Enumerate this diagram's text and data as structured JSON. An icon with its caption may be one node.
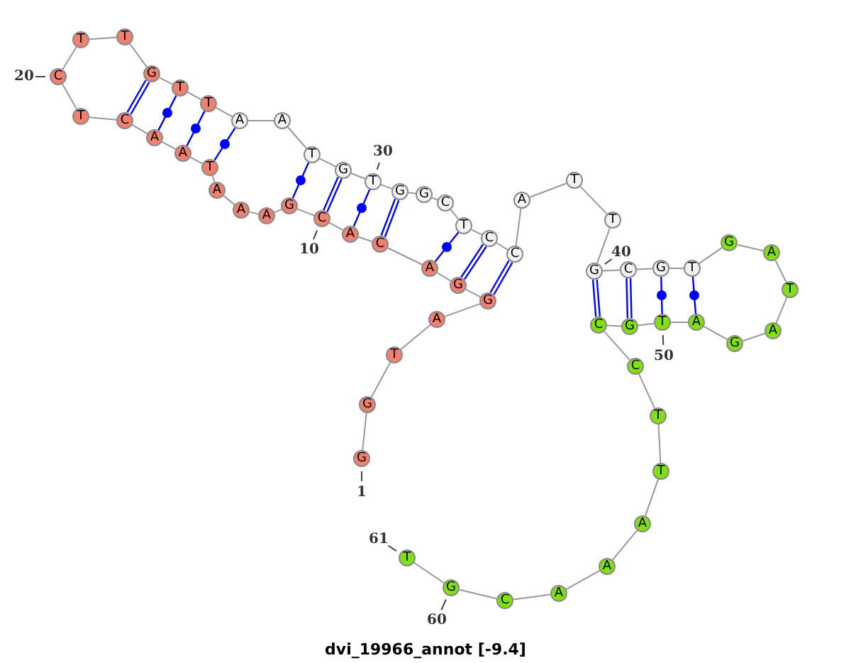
{
  "diagram": {
    "caption": "dvi_19966_annot [-9.4]",
    "nodes": [
      {
        "text": [
          "G"
        ],
        "beside": [
          "1"
        ]
      },
      {
        "text": [
          "G"
        ]
      },
      {
        "text": [
          "T"
        ]
      },
      {
        "text": [
          "A"
        ]
      },
      {
        "text": [
          "G"
        ]
      },
      {
        "text": [
          "G"
        ]
      },
      {
        "text": [
          "A"
        ]
      },
      {
        "text": [
          "C"
        ]
      },
      {
        "text": [
          "A"
        ]
      },
      {
        "text": [
          "C"
        ],
        "beside": [
          "10"
        ]
      },
      {
        "text": [
          "G"
        ]
      },
      {
        "text": [
          "A"
        ]
      },
      {
        "text": [
          "A"
        ]
      },
      {
        "text": [
          "A"
        ]
      },
      {
        "text": [
          "T"
        ]
      },
      {
        "text": [
          "A"
        ]
      },
      {
        "text": [
          "A"
        ]
      },
      {
        "text": [
          "C"
        ]
      },
      {
        "text": [
          "T"
        ]
      },
      {
        "text": [
          "C"
        ],
        "beside": [
          "20"
        ]
      },
      {
        "text": [
          "T"
        ]
      },
      {
        "text": [
          "T"
        ]
      },
      {
        "text": [
          "G"
        ]
      },
      {
        "text": [
          "T"
        ]
      },
      {
        "text": [
          "T"
        ]
      },
      {
        "text": [
          "A"
        ]
      },
      {
        "text": [
          "A"
        ]
      },
      {
        "text": [
          "T"
        ]
      },
      {
        "text": [
          "G"
        ]
      },
      {
        "text": [
          "T"
        ],
        "beside": [
          "30"
        ]
      },
      {
        "text": [
          "G"
        ]
      },
      {
        "text": [
          "G"
        ]
      },
      {
        "text": [
          "C"
        ]
      },
      {
        "text": [
          "T"
        ]
      },
      {
        "text": [
          "C"
        ]
      },
      {
        "text": [
          "C"
        ]
      },
      {
        "text": [
          "A"
        ]
      },
      {
        "text": [
          "T"
        ]
      },
      {
        "text": [
          "T"
        ]
      },
      {
        "text": [
          "G"
        ],
        "beside": [
          "40"
        ]
      },
      {
        "text": [
          "C"
        ]
      },
      {
        "text": [
          "G"
        ]
      },
      {
        "text": [
          "T"
        ]
      },
      {
        "text": [
          "G"
        ]
      },
      {
        "text": [
          "A"
        ]
      },
      {
        "text": [
          "T"
        ]
      },
      {
        "text": [
          "A"
        ]
      },
      {
        "text": [
          "G"
        ]
      },
      {
        "text": [
          "A"
        ]
      },
      {
        "text": [
          "T"
        ],
        "beside": [
          "50"
        ]
      },
      {
        "text": [
          "G"
        ]
      },
      {
        "text": [
          "C"
        ]
      },
      {
        "text": [
          "C"
        ]
      },
      {
        "text": [
          "T"
        ]
      },
      {
        "text": [
          "T"
        ]
      },
      {
        "text": [
          "A"
        ]
      },
      {
        "text": [
          "A"
        ]
      },
      {
        "text": [
          "A"
        ]
      },
      {
        "text": [
          "C"
        ]
      },
      {
        "text": [
          "G"
        ],
        "beside": [
          "60"
        ]
      },
      {
        "text": [
          "T"
        ],
        "beside": [
          "61"
        ]
      }
    ],
    "edges": [
      {
        "from": 0,
        "to": 1,
        "arrow": "none"
      },
      {
        "from": 1,
        "to": 2,
        "arrow": "none"
      },
      {
        "from": 2,
        "to": 3,
        "arrow": "none"
      },
      {
        "from": 3,
        "to": 4,
        "arrow": "none"
      },
      {
        "from": 4,
        "to": 5,
        "arrow": "none"
      },
      {
        "from": 5,
        "to": 6,
        "arrow": "none"
      },
      {
        "from": 6,
        "to": 7,
        "arrow": "none"
      },
      {
        "from": 7,
        "to": 8,
        "arrow": "none"
      },
      {
        "from": 8,
        "to": 9,
        "arrow": "none"
      },
      {
        "from": 9,
        "to": 10,
        "arrow": "none"
      },
      {
        "from": 10,
        "to": 11,
        "arrow": "none"
      },
      {
        "from": 11,
        "to": 12,
        "arrow": "none"
      },
      {
        "from": 12,
        "to": 13,
        "arrow": "none"
      },
      {
        "from": 13,
        "to": 14,
        "arrow": "none"
      },
      {
        "from": 14,
        "to": 15,
        "arrow": "none"
      },
      {
        "from": 15,
        "to": 16,
        "arrow": "none"
      },
      {
        "from": 16,
        "to": 17,
        "arrow": "none"
      },
      {
        "from": 17,
        "to": 18,
        "arrow": "none"
      },
      {
        "from": 18,
        "to": 19,
        "arrow": "none"
      },
      {
        "from": 19,
        "to": 20,
        "arrow": "none"
      },
      {
        "from": 20,
        "to": 21,
        "arrow": "none"
      },
      {
        "from": 21,
        "to": 22,
        "arrow": "none"
      },
      {
        "from": 22,
        "to": 23,
        "arrow": "none"
      },
      {
        "from": 23,
        "to": 24,
        "arrow": "none"
      },
      {
        "from": 24,
        "to": 25,
        "arrow": "none"
      },
      {
        "from": 25,
        "to": 26,
        "arrow": "none"
      },
      {
        "from": 26,
        "to": 27,
        "arrow": "none"
      },
      {
        "from": 27,
        "to": 28,
        "arrow": "none"
      },
      {
        "from": 28,
        "to": 29,
        "arrow": "none"
      },
      {
        "from": 29,
        "to": 30,
        "arrow": "none"
      },
      {
        "from": 30,
        "to": 31,
        "arrow": "none"
      },
      {
        "from": 31,
        "to": 32,
        "arrow": "none"
      },
      {
        "from": 32,
        "to": 33,
        "arrow": "none"
      },
      {
        "from": 33,
        "to": 34,
        "arrow": "none"
      },
      {
        "from": 34,
        "to": 35,
        "arrow": "none"
      },
      {
        "from": 35,
        "to": 36,
        "arrow": "none"
      },
      {
        "from": 36,
        "to": 37,
        "arrow": "none"
      },
      {
        "from": 37,
        "to": 38,
        "arrow": "none"
      },
      {
        "from": 38,
        "to": 39,
        "arrow": "none"
      },
      {
        "from": 39,
        "to": 40,
        "arrow": "none"
      },
      {
        "from": 40,
        "to": 41,
        "arrow": "none"
      },
      {
        "from": 41,
        "to": 42,
        "arrow": "none"
      },
      {
        "from": 42,
        "to": 43,
        "arrow": "none"
      },
      {
        "from": 43,
        "to": 44,
        "arrow": "none"
      },
      {
        "from": 44,
        "to": 45,
        "arrow": "none"
      },
      {
        "from": 45,
        "to": 46,
        "arrow": "none"
      },
      {
        "from": 46,
        "to": 47,
        "arrow": "none"
      },
      {
        "from": 47,
        "to": 48,
        "arrow": "none"
      },
      {
        "from": 48,
        "to": 49,
        "arrow": "none"
      },
      {
        "from": 49,
        "to": 50,
        "arrow": "none"
      },
      {
        "from": 50,
        "to": 51,
        "arrow": "none"
      },
      {
        "from": 51,
        "to": 52,
        "arrow": "none"
      },
      {
        "from": 52,
        "to": 53,
        "arrow": "none"
      },
      {
        "from": 53,
        "to": 54,
        "arrow": "none"
      },
      {
        "from": 54,
        "to": 55,
        "arrow": "none"
      },
      {
        "from": 55,
        "to": 56,
        "arrow": "none"
      },
      {
        "from": 56,
        "to": 57,
        "arrow": "none"
      },
      {
        "from": 57,
        "to": 58,
        "arrow": "none"
      },
      {
        "from": 58,
        "to": 59,
        "arrow": "none"
      },
      {
        "from": 59,
        "to": 60,
        "arrow": "none"
      },
      {
        "from": 4,
        "to": 35,
        "arrow": "none",
        "style": "thick",
        "color": "#0000ff"
      },
      {
        "from": 5,
        "to": 34,
        "arrow": "none",
        "style": "thick",
        "color": "#0000ff"
      },
      {
        "from": 6,
        "to": 33,
        "arrow": "none",
        "color": "#0000ff"
      },
      {
        "from": 7,
        "to": 30,
        "arrow": "none",
        "style": "thick",
        "color": "#0000ff"
      },
      {
        "from": 8,
        "to": 29,
        "arrow": "none",
        "color": "#0000ff"
      },
      {
        "from": 9,
        "to": 28,
        "arrow": "none",
        "style": "thick",
        "color": "#0000ff"
      },
      {
        "from": 10,
        "to": 27,
        "arrow": "none",
        "color": "#0000ff"
      },
      {
        "from": 14,
        "to": 25,
        "arrow": "none",
        "color": "#0000ff"
      },
      {
        "from": 15,
        "to": 24,
        "arrow": "none",
        "color": "#0000ff"
      },
      {
        "from": 16,
        "to": 23,
        "arrow": "none",
        "color": "#0000ff"
      },
      {
        "from": 17,
        "to": 22,
        "arrow": "none",
        "style": "thick",
        "color": "#0000ff"
      },
      {
        "from": 39,
        "to": 51,
        "arrow": "none",
        "style": "thick",
        "color": "#0000ff"
      },
      {
        "from": 40,
        "to": 50,
        "arrow": "none",
        "style": "thick",
        "color": "#0000ff"
      },
      {
        "from": 41,
        "to": 49,
        "arrow": "none",
        "color": "#0000ff"
      },
      {
        "from": 42,
        "to": 48,
        "arrow": "none",
        "color": "#0000ff"
      }
    ]
  }
}
